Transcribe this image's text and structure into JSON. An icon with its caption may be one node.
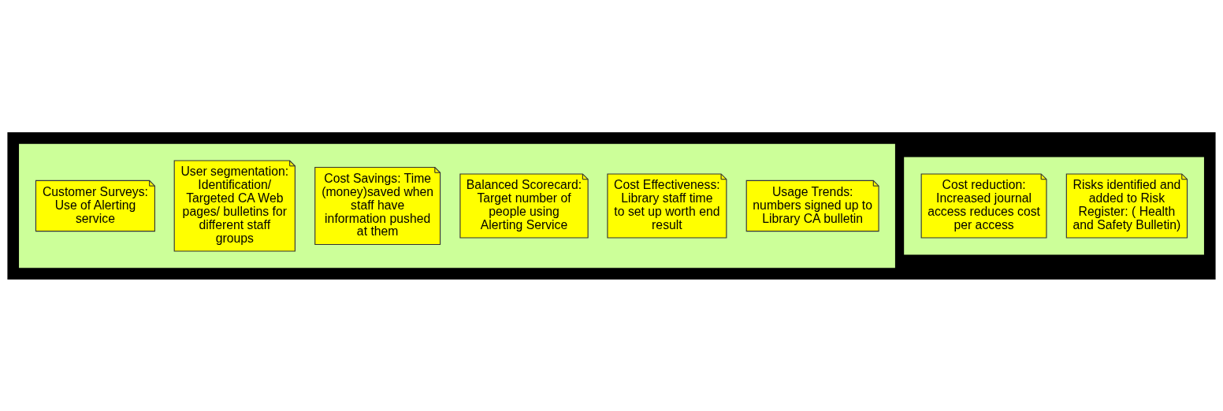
{
  "diagram": {
    "nodes": [
      {
        "text": [],
        "shape": "box"
      },
      {
        "text": [
          "Usage Trends: numbers signed up to Library CA bulletin"
        ],
        "in": 0
      },
      {
        "text": [
          "Cost Effectiveness: Library staff time to set up worth end result"
        ],
        "in": 0
      },
      {
        "text": [
          "Balanced Scorecard: Target number of people using Alerting Service"
        ],
        "in": 0
      },
      {
        "text": [
          "Cost Savings: Time (money)saved when staff have information pushed at them"
        ],
        "in": 0
      },
      {
        "text": [
          "User segmentation: Identification/ Targeted CA Web pages/ bulletins for different staff groups"
        ],
        "in": 0
      },
      {
        "text": [
          "Customer Surveys: Use of Alerting service"
        ],
        "in": 0
      },
      {
        "text": [],
        "shape": "box"
      },
      {
        "text": [
          "Risks identified and added to Risk Register: ( Health and Safety Bulletin)"
        ],
        "in": 7
      },
      {
        "text": [
          "Cost reduction: Increased journal access reduces cost per access"
        ],
        "in": 7
      }
    ],
    "edges": []
  }
}
